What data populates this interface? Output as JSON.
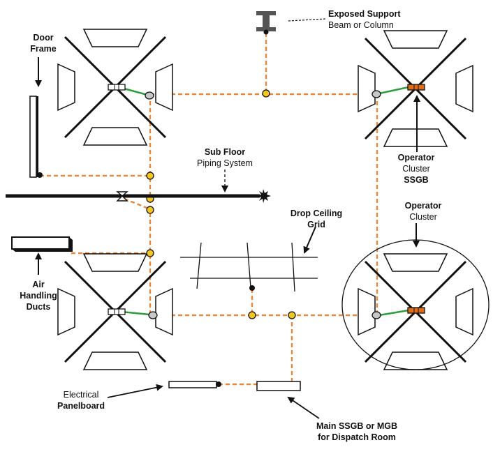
{
  "labels": {
    "door_frame": [
      "Door",
      "Frame"
    ],
    "exposed_beam": [
      "Exposed Support",
      "Beam or Column"
    ],
    "subfloor": [
      "Sub Floor",
      "Piping System"
    ],
    "operator_cluster_ssgb": [
      "Operator",
      "Cluster",
      "SSGB"
    ],
    "operator_cluster": [
      "Operator",
      "Cluster"
    ],
    "drop_ceiling": [
      "Drop Ceiling",
      "Grid"
    ],
    "air_handling": [
      "Air",
      "Handling",
      "Ducts"
    ],
    "electrical_panel": [
      "Electrical",
      "Panelboard"
    ],
    "main_ssgb": [
      "Main SSGB or MGB",
      "for Dispatch Room"
    ]
  },
  "colors": {
    "ground_wire": "#e8883a",
    "bond_dot": "#f2c81e",
    "bond_strap": "#2a9d3c",
    "ssgb_bar": "#e06a1a",
    "gray_clamp": "#c8c8c8",
    "beam": "#555555"
  }
}
